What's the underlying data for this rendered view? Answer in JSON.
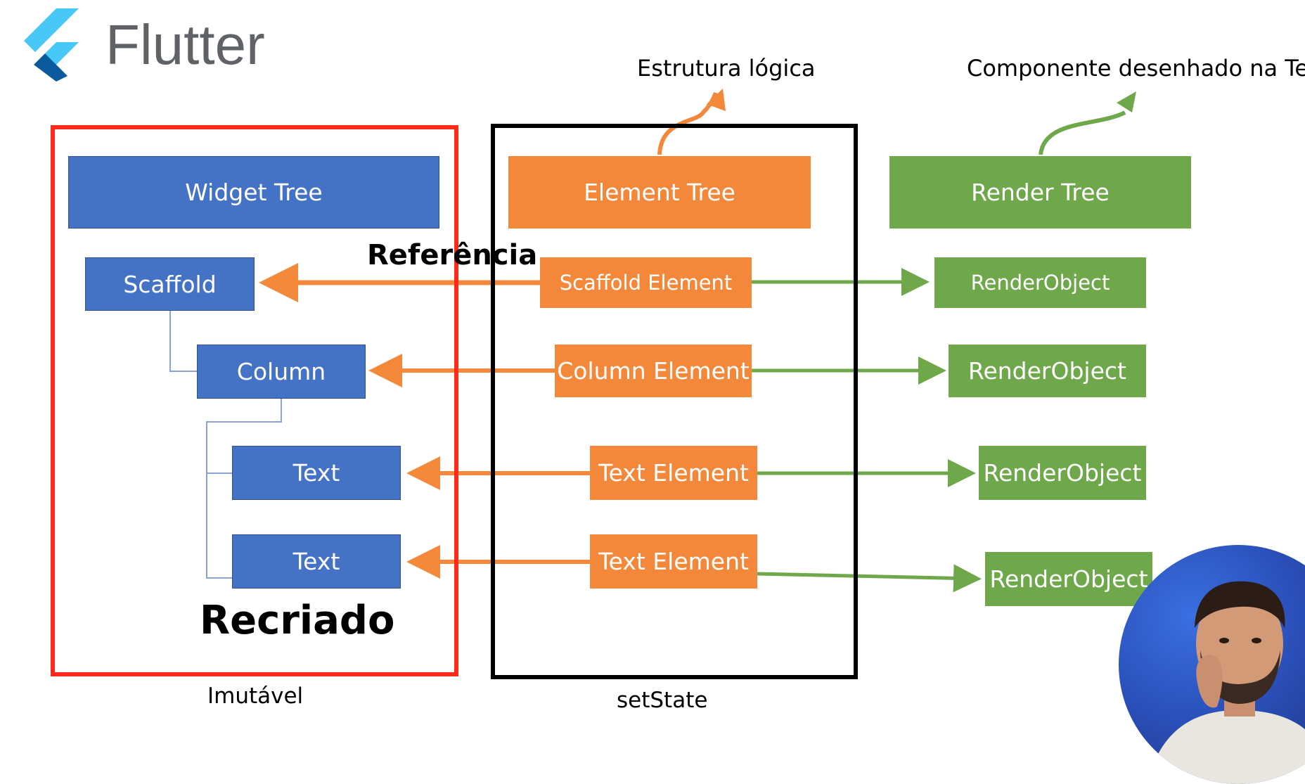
{
  "brand": {
    "name": "Flutter",
    "logo_icon": "flutter-logo-icon",
    "colors": {
      "logo_light": "#45c8f5",
      "logo_dark": "#0a5a9c",
      "text": "#5f6368"
    }
  },
  "annotations": {
    "logical_structure": "Estrutura lógica",
    "drawn_component": "Componente desenhado na Tela",
    "reference": "Referência",
    "recreated": "Recriado",
    "immutable": "Imutável",
    "set_state": "setState"
  },
  "widget_tree": {
    "header": "Widget Tree",
    "nodes": [
      "Scaffold",
      "Column",
      "Text",
      "Text"
    ]
  },
  "element_tree": {
    "header": "Element Tree",
    "nodes": [
      "Scaffold Element",
      "Column Element",
      "Text Element",
      "Text Element"
    ]
  },
  "render_tree": {
    "header": "Render Tree",
    "nodes": [
      "RenderObject",
      "RenderObject",
      "RenderObject",
      "RenderObject"
    ]
  },
  "colors": {
    "widget_blue": "#4472c4",
    "element_orange": "#f4883a",
    "render_green": "#6fa84b",
    "immutable_frame_red": "#ff2a1a",
    "setstate_frame_black": "#000000"
  },
  "presenter_video": {
    "icon": "presenter-webcam-icon"
  }
}
